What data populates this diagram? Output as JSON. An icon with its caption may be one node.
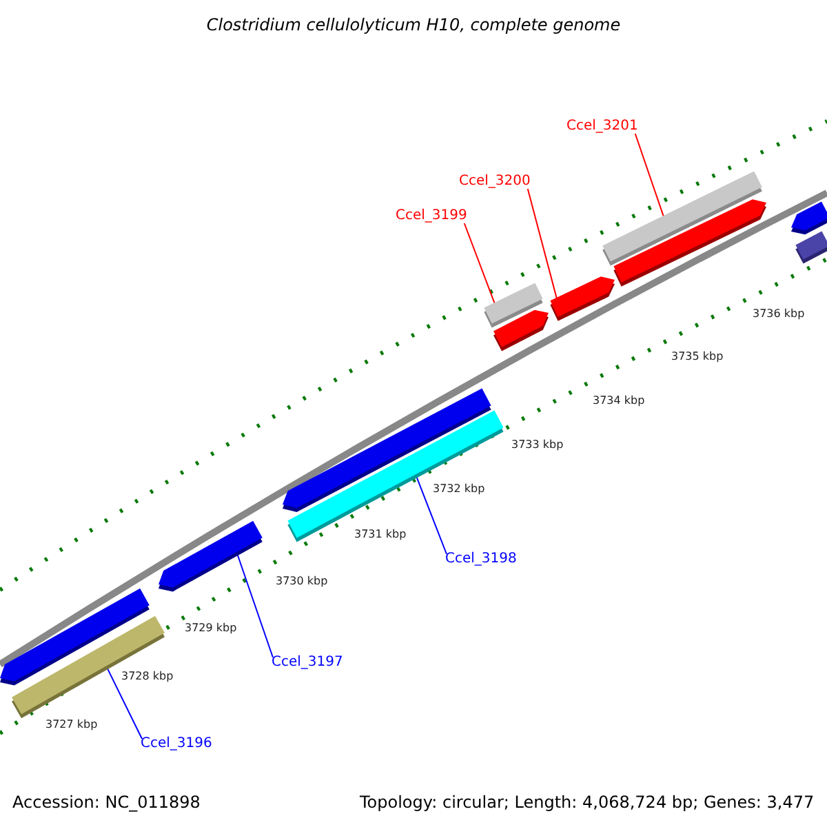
{
  "diagram": {
    "title": "Clostridium cellulolyticum H10, complete genome",
    "nodes": [
      {
        "text": [],
        "shape": "bar"
      },
      {
        "text": [],
        "shape": "bar"
      },
      {
        "text": [],
        "shape": "bar"
      },
      {
        "text": [],
        "shape": "bar"
      },
      {
        "text": [],
        "shape": "bar"
      },
      {
        "text": [],
        "shape": "bar"
      },
      {
        "text": [],
        "shape": "bar"
      },
      {
        "text": [],
        "shape": "bar"
      },
      {
        "text": [],
        "shape": "bar"
      },
      {
        "text": [],
        "shape": "bar"
      },
      {
        "text": [],
        "shape": "bar"
      },
      {
        "text": [],
        "shape": "bar"
      },
      {
        "text": [
          "Ccel_3201"
        ]
      },
      {
        "text": [
          "Ccel_3200"
        ]
      },
      {
        "text": [
          "Ccel_3199"
        ]
      },
      {
        "text": [
          "Ccel_3198"
        ]
      },
      {
        "text": [
          "Ccel_3197"
        ]
      },
      {
        "text": [
          "Ccel_3196"
        ]
      }
    ],
    "edges": [
      {
        "from": 12,
        "to": 8,
        "arrow": "none",
        "color": "#ff0000"
      },
      {
        "from": 13,
        "to": 7,
        "arrow": "none",
        "color": "#ff0000"
      },
      {
        "from": 14,
        "to": 5,
        "arrow": "none",
        "color": "#ff0000"
      },
      {
        "from": 15,
        "to": 4,
        "arrow": "none",
        "color": "#0000ff"
      },
      {
        "from": 16,
        "to": 2,
        "arrow": "none",
        "color": "#0000ff"
      },
      {
        "from": 17,
        "to": 1,
        "arrow": "none",
        "color": "#0000ff"
      }
    ],
    "labels": [
      "3736 kbp",
      "3735 kbp",
      "3734 kbp",
      "3733 kbp",
      "3732 kbp",
      "3731 kbp",
      "3730 kbp",
      "3729 kbp",
      "3728 kbp",
      "3727 kbp",
      "Accession: NC_011898",
      "Topology: circular; Length: 4,068,724 bp; Genes: 3,477"
    ]
  }
}
